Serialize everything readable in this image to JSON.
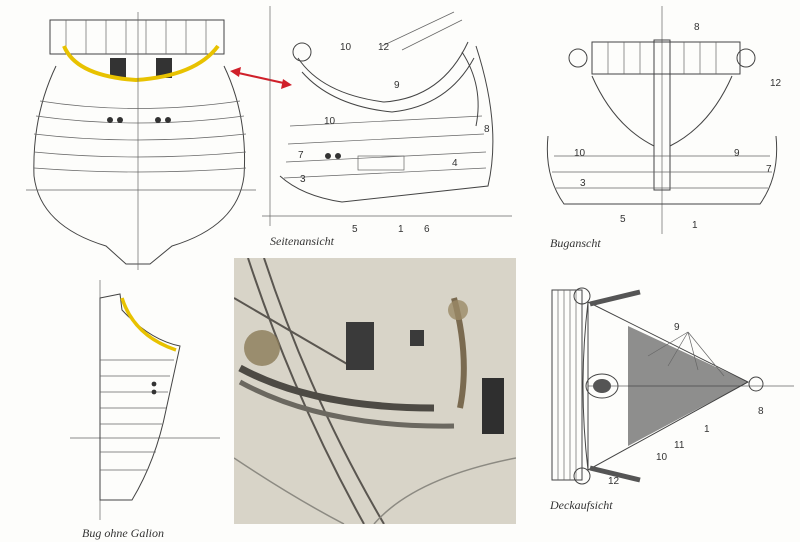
{
  "captions": {
    "side_view": "Seitenansicht",
    "bow_view": "Buganscht",
    "bow_without_galion": "Bug ohne Galion",
    "deck_view": "Deckaufsicht"
  },
  "side_labels": [
    "10",
    "12",
    "9",
    "8",
    "10",
    "7",
    "4",
    "3",
    "5",
    "1",
    "6"
  ],
  "bow_labels": [
    "8",
    "12",
    "10",
    "9",
    "7",
    "3",
    "5",
    "1"
  ],
  "deck_labels": [
    "9",
    "8",
    "1",
    "11",
    "10",
    "12"
  ],
  "colors": {
    "highlight_yellow": "#e8c200",
    "arrow_red": "#d0202a",
    "ink": "#444444"
  }
}
